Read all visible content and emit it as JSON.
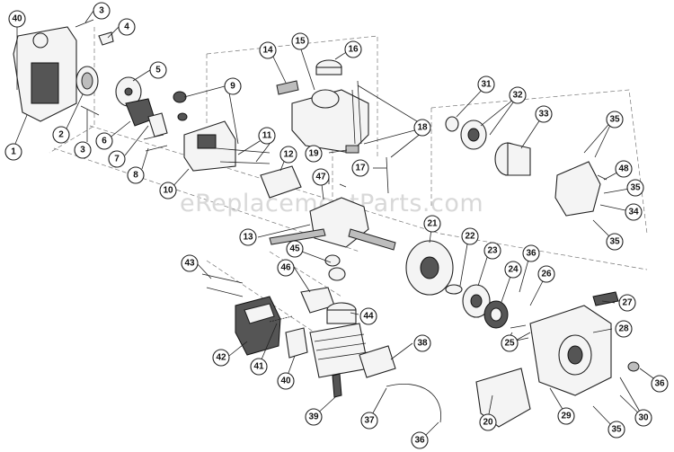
{
  "watermark": "eReplacementParts.com",
  "callouts": [
    "40",
    "3",
    "4",
    "5",
    "1",
    "2",
    "3",
    "6",
    "7",
    "8",
    "9",
    "10",
    "11",
    "12",
    "14",
    "15",
    "16",
    "18",
    "19",
    "17",
    "47",
    "13",
    "45",
    "46",
    "44",
    "43",
    "42",
    "41",
    "40",
    "39",
    "38",
    "37",
    "36",
    "21",
    "22",
    "23",
    "24",
    "36",
    "26",
    "25",
    "27",
    "28",
    "31",
    "32",
    "33",
    "35",
    "48",
    "35",
    "34",
    "35",
    "29",
    "30",
    "35",
    "36",
    "20"
  ]
}
